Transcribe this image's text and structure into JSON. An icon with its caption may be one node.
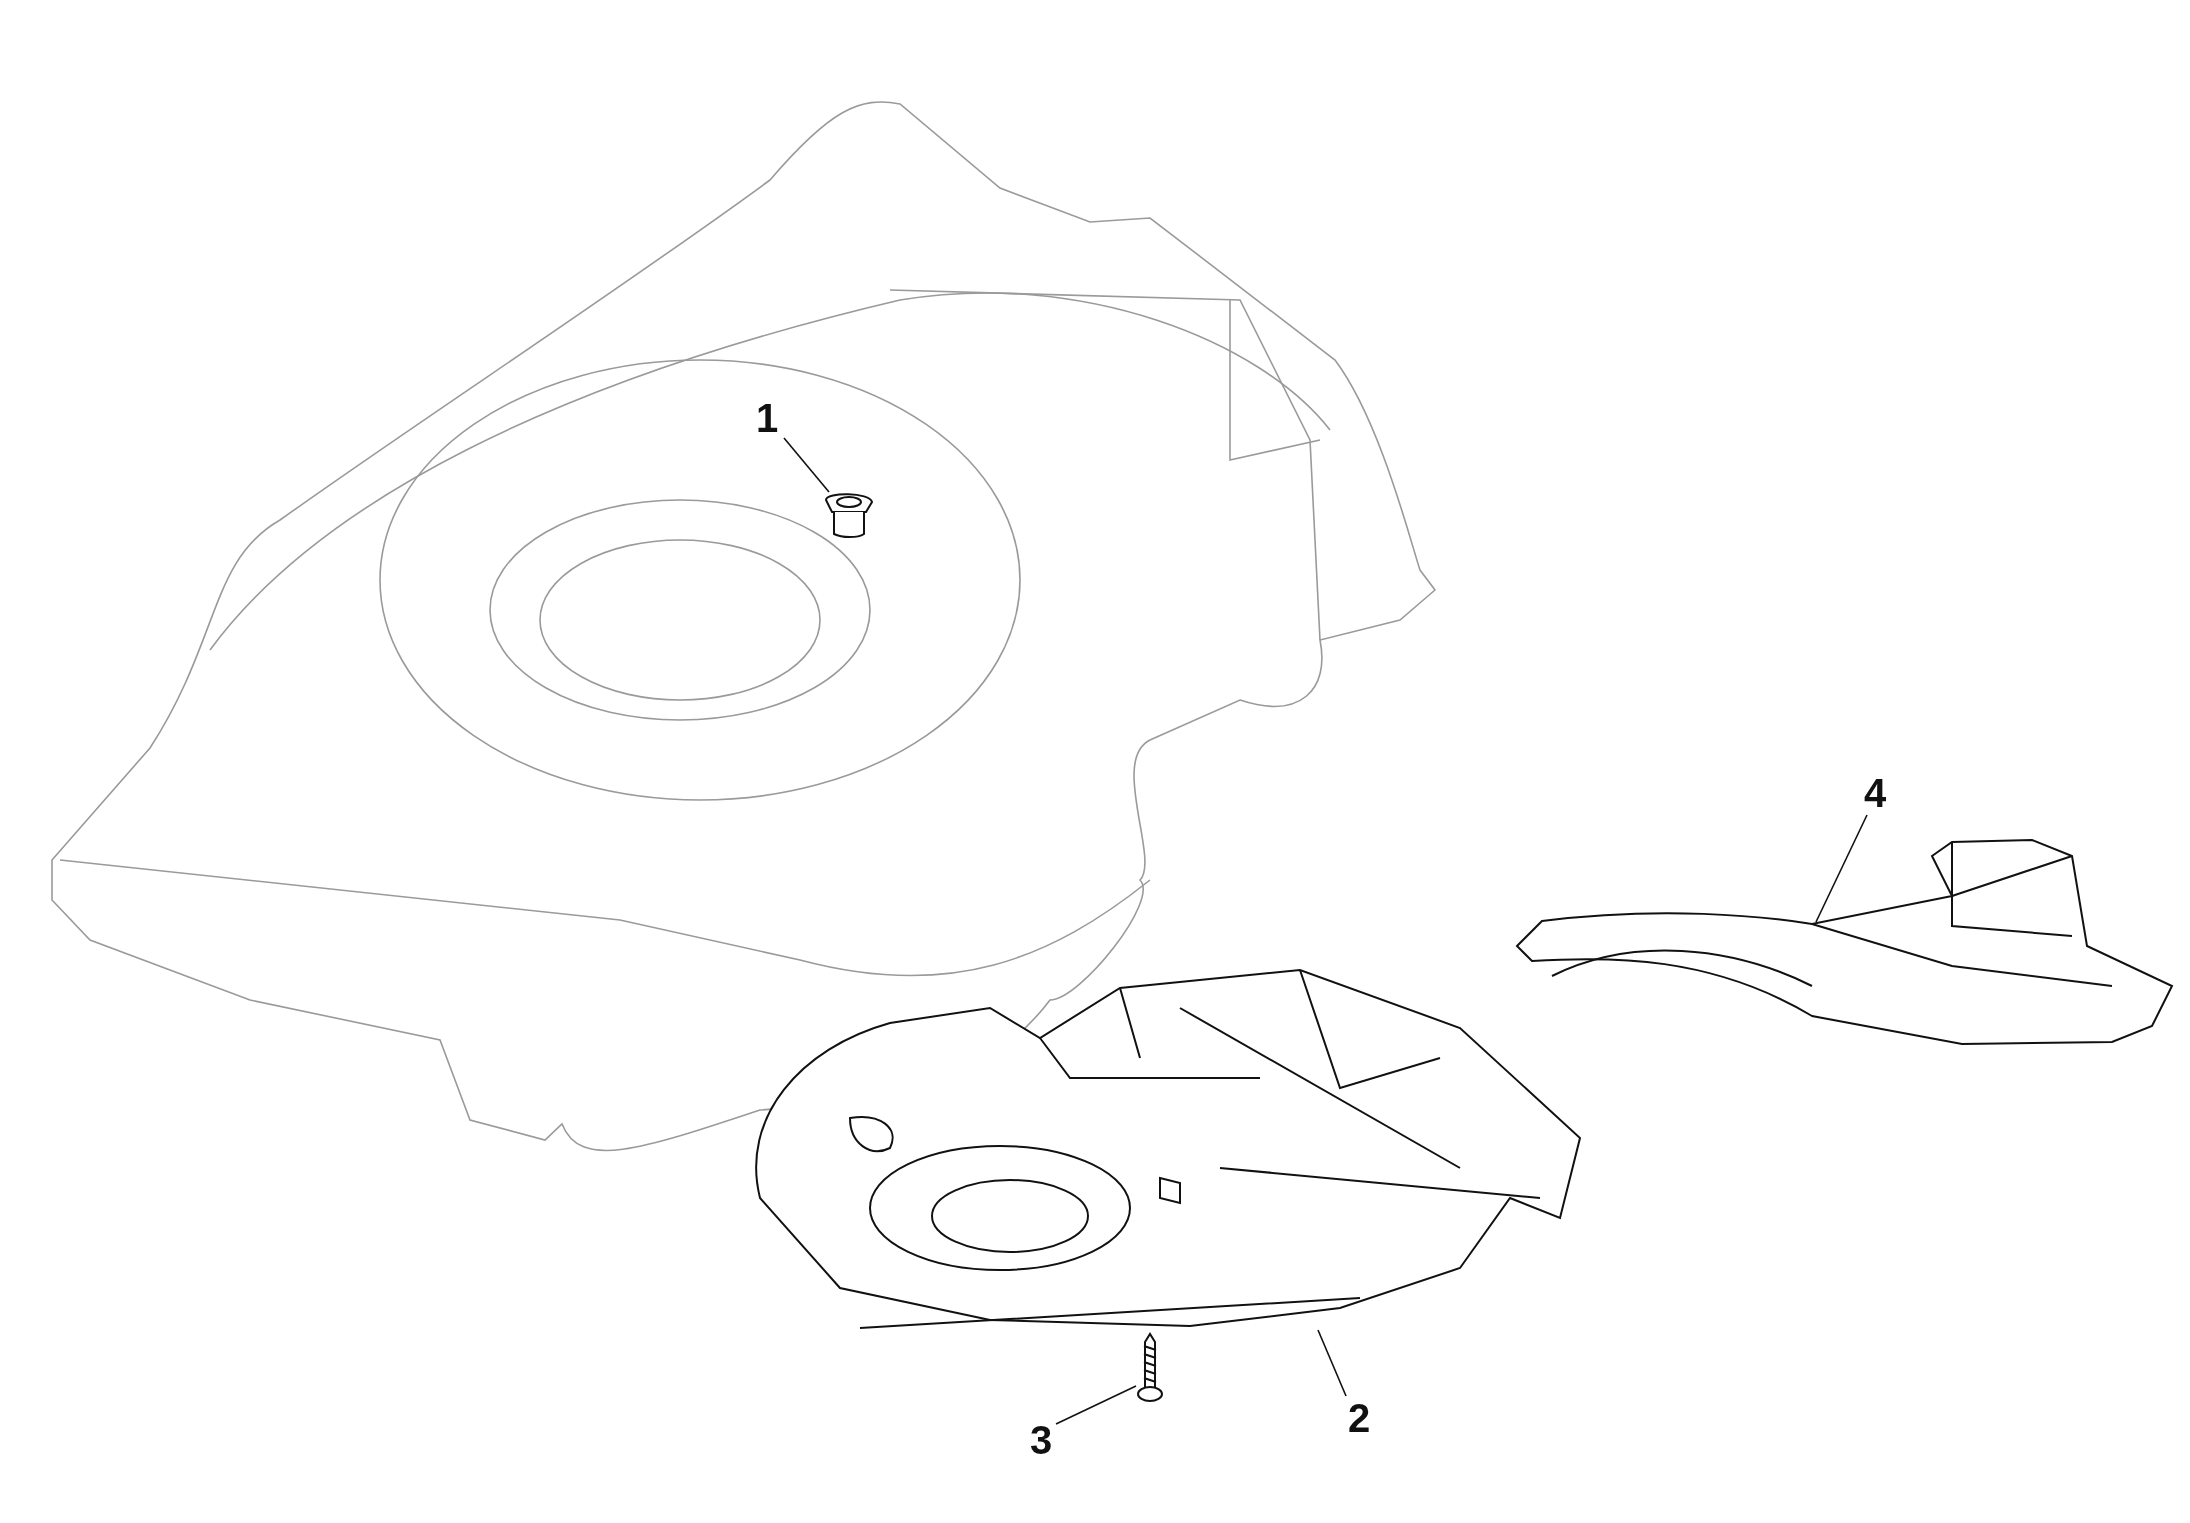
{
  "diagram": {
    "nodes": [
      {
        "text": [
          "1"
        ]
      },
      {
        "text": [],
        "shape": "picture"
      },
      {
        "text": [
          "2"
        ]
      },
      {
        "text": [],
        "shape": "picture"
      },
      {
        "text": [
          "3"
        ]
      },
      {
        "text": [],
        "shape": "picture"
      },
      {
        "text": [
          "4"
        ]
      },
      {
        "text": [],
        "shape": "picture"
      }
    ],
    "edges": [
      {
        "from": 0,
        "to": 1,
        "arrow": "none"
      },
      {
        "from": 2,
        "to": 3,
        "arrow": "none"
      },
      {
        "from": 4,
        "to": 5,
        "arrow": "none"
      },
      {
        "from": 6,
        "to": 7,
        "arrow": "none"
      }
    ]
  }
}
